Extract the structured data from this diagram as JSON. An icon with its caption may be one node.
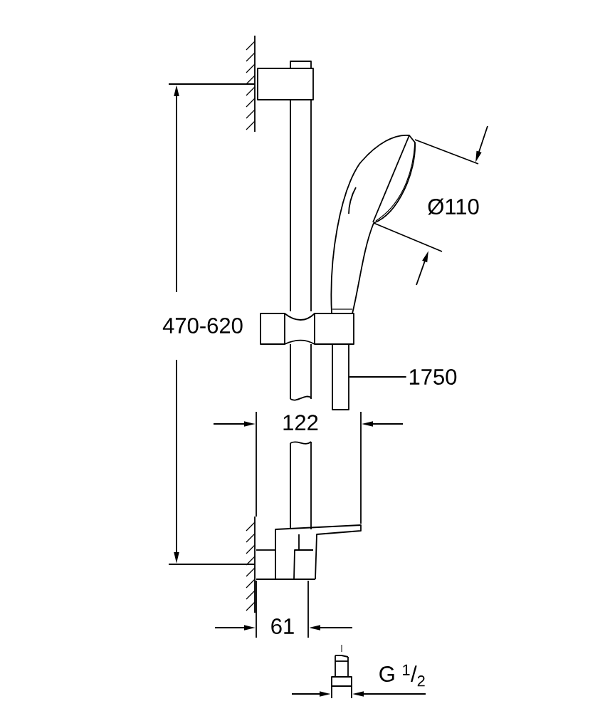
{
  "diagram": {
    "nodes": [
      {
        "text": [
          "1750"
        ]
      },
      {
        "text": [],
        "shape": "bar"
      }
    ],
    "edges": [
      {
        "from": 0,
        "to": 1,
        "arrow": "none"
      }
    ],
    "labels": [
      "470-620",
      "Ø110",
      "122",
      "61",
      "G $^{1}$/$_{2}$"
    ]
  }
}
